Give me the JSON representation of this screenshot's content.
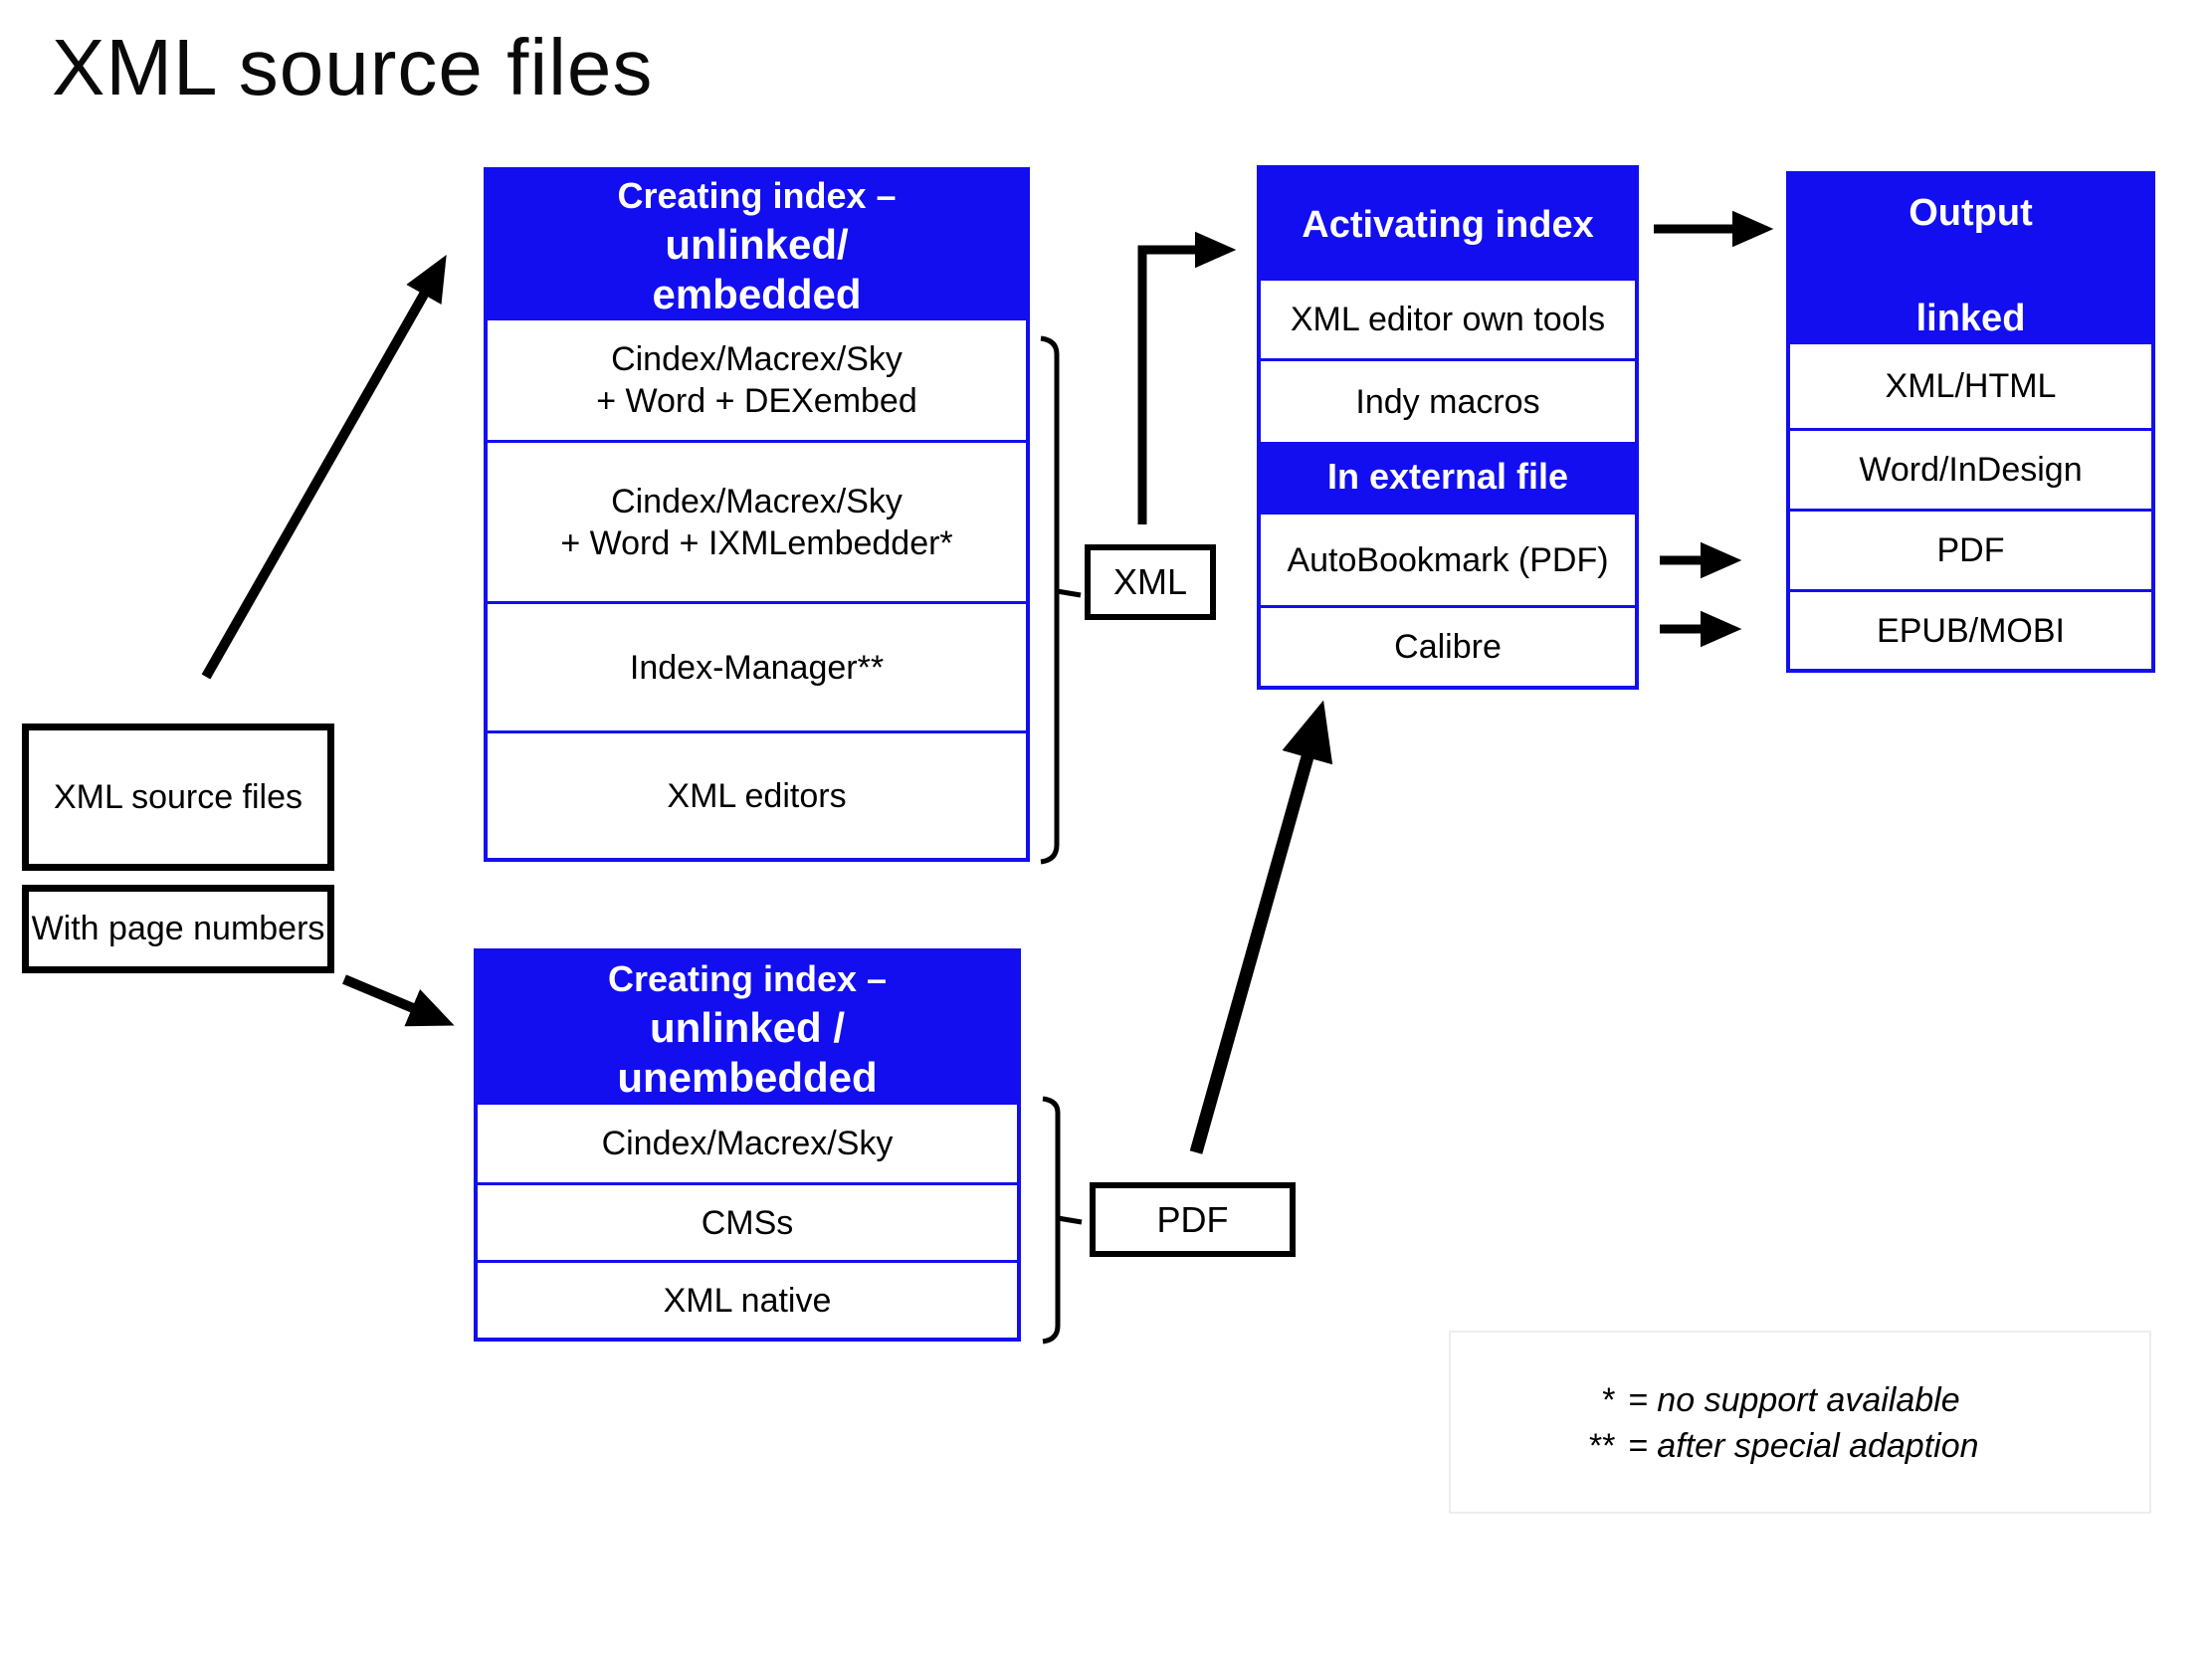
{
  "title": "XML source files",
  "colors": {
    "blue": "#120ef0",
    "line": "#000000"
  },
  "source": {
    "files_label": "XML source files",
    "pages_label": "With page numbers"
  },
  "creating_embedded": {
    "header_line1": "Creating index –",
    "header_line2": "unlinked/",
    "header_line3": "embedded",
    "rows": [
      {
        "l1": "Cindex/Macrex/Sky",
        "l2": "+ Word + DEXembed"
      },
      {
        "l1": "Cindex/Macrex/Sky",
        "l2": "+ Word + IXMLembedder*"
      },
      {
        "l1": "Index-Manager**"
      },
      {
        "l1": "XML editors"
      }
    ]
  },
  "creating_unembedded": {
    "header_line1": "Creating index –",
    "header_line2": "unlinked /",
    "header_line3": "unembedded",
    "rows": [
      "Cindex/Macrex/Sky",
      "CMSs",
      "XML native"
    ]
  },
  "activating": {
    "header": "Activating index",
    "rows_internal": [
      "XML editor own tools",
      "Indy macros"
    ],
    "subheader": "In external file",
    "rows_external": [
      "AutoBookmark (PDF)",
      "Calibre"
    ]
  },
  "output": {
    "header_line1": "Output",
    "header_line2": "linked",
    "rows": [
      "XML/HTML",
      "Word/InDesign",
      "PDF",
      "EPUB/MOBI"
    ]
  },
  "connectors": {
    "xml_label": "XML",
    "pdf_label": "PDF"
  },
  "footnotes": [
    {
      "symbol": "*",
      "text": "= no support available"
    },
    {
      "symbol": "**",
      "text": "= after special adaption"
    }
  ]
}
